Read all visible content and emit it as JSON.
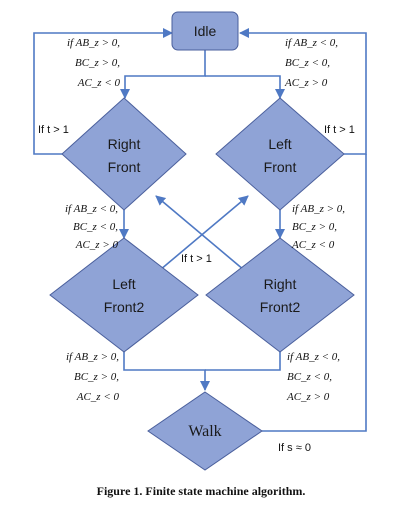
{
  "diagram": {
    "node_fill": "#8fa3d6",
    "node_stroke": "#4a5f9c",
    "line_color": "#4f79c4",
    "nodes": {
      "idle": "Idle",
      "right_front_l1": "Right",
      "right_front_l2": "Front",
      "left_front_l1": "Left",
      "left_front_l2": "Front",
      "left_front2_l1": "Left",
      "left_front2_l2": "Front2",
      "right_front2_l1": "Right",
      "right_front2_l2": "Front2",
      "walk": "Walk"
    },
    "conditions": {
      "idle_to_rf": [
        "if AB_z > 0,",
        "BC_z > 0,",
        "AC_z < 0"
      ],
      "idle_to_lf": [
        "if AB_z < 0,",
        "BC_z < 0,",
        "AC_z > 0"
      ],
      "rf_to_lf2": [
        "if AB_z < 0,",
        "BC_z < 0,",
        "AC_z > 0"
      ],
      "lf_to_rf2": [
        "if AB_z > 0,",
        "BC_z > 0,",
        "AC_z < 0"
      ],
      "lf2_to_walk": [
        "if AB_z > 0,",
        "BC_z > 0,",
        "AC_z < 0"
      ],
      "rf2_to_walk": [
        "if AB_z < 0,",
        "BC_z < 0,",
        "AC_z > 0"
      ]
    },
    "transitions": {
      "rf_timeout": "If t > 1",
      "lf_timeout": "If t > 1",
      "cross_timeout": "If t > 1",
      "walk_stop": "If s ≈ 0"
    }
  },
  "caption": "Figure 1. Finite state machine algorithm."
}
